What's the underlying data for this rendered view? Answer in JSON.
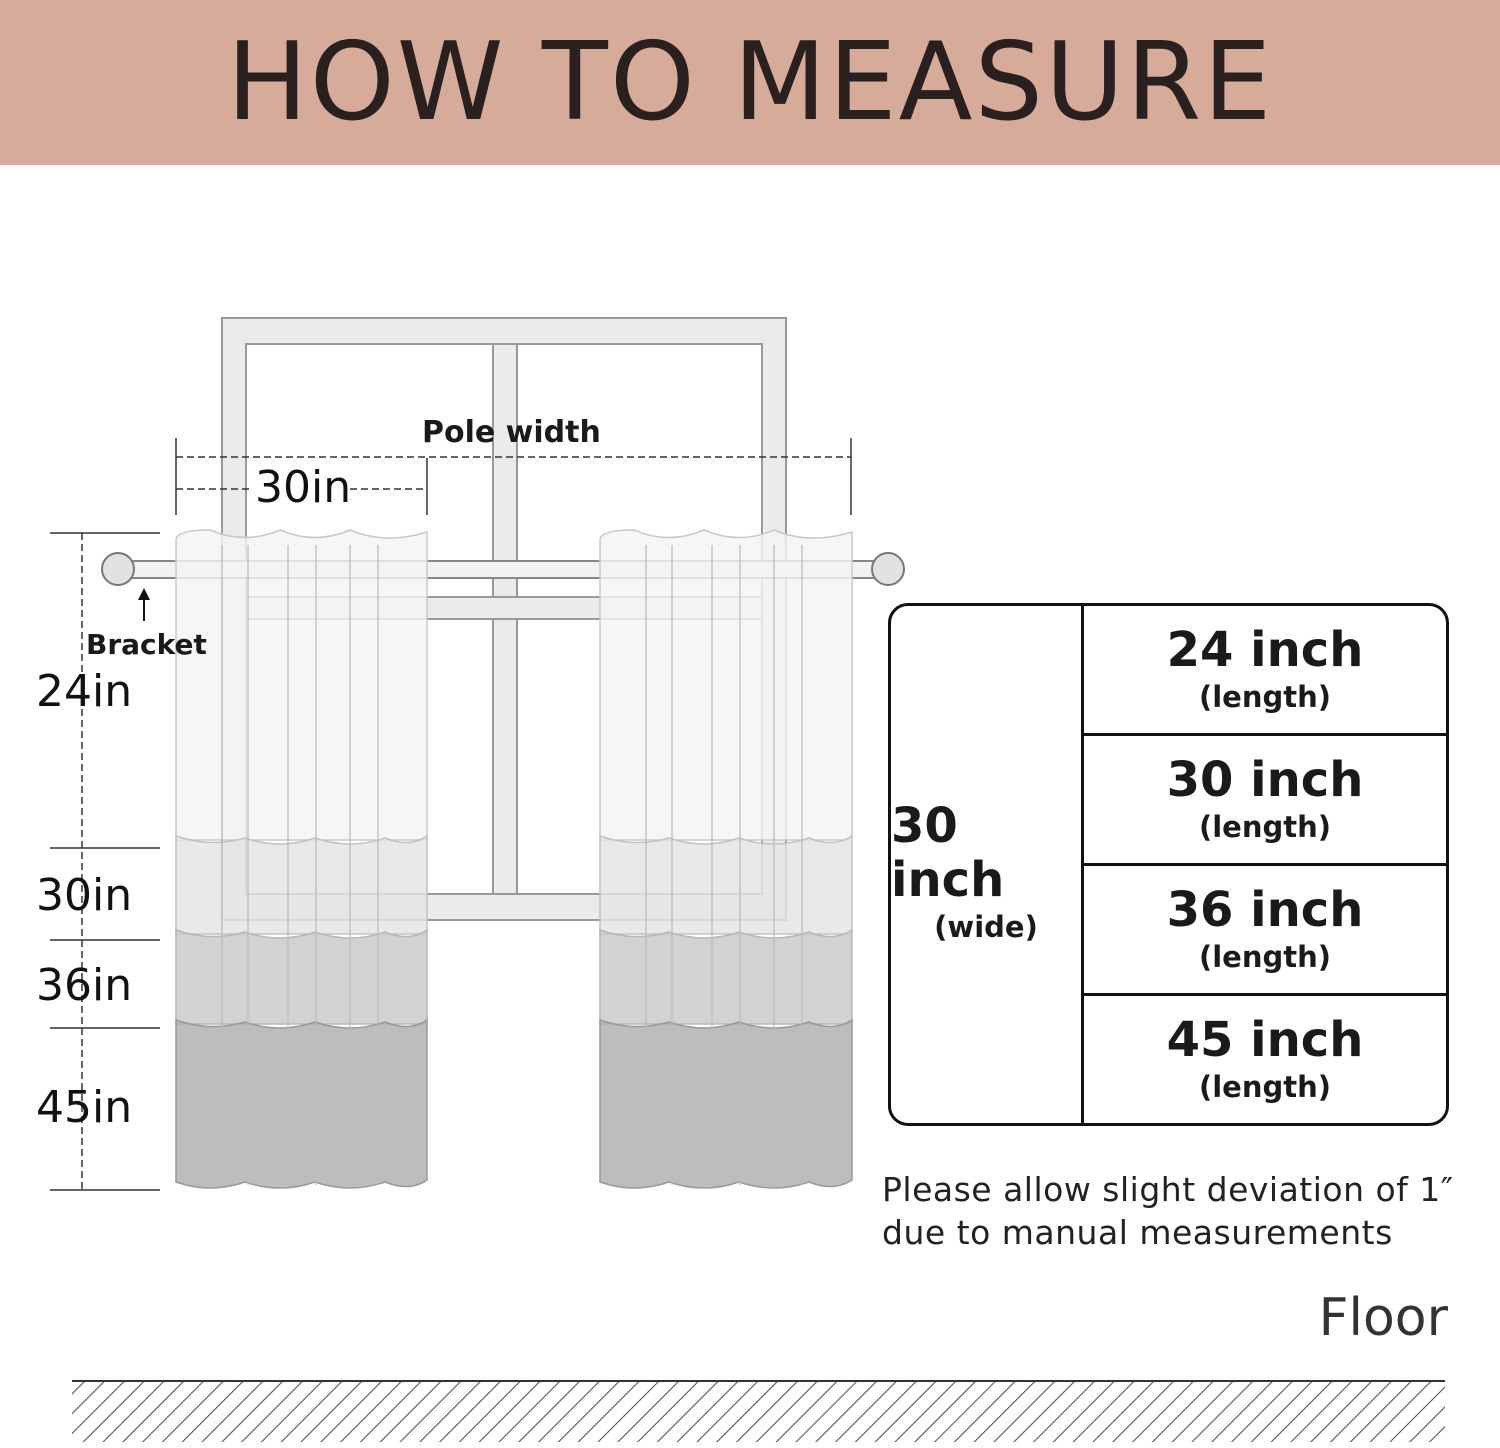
{
  "title": "HOW TO MEASURE",
  "diagram": {
    "pole_width_label": "Pole width",
    "panel_width_label": "30in",
    "bracket_label": "Bracket",
    "lengths": [
      "24in",
      "30in",
      "36in",
      "45in"
    ]
  },
  "size_table": {
    "width_value": "30 inch",
    "width_note": "(wide)",
    "rows": [
      {
        "value": "24 inch",
        "note": "(length)"
      },
      {
        "value": "30 inch",
        "note": "(length)"
      },
      {
        "value": "36 inch",
        "note": "(length)"
      },
      {
        "value": "45 inch",
        "note": "(length)"
      }
    ]
  },
  "note_lines": [
    "Please allow slight deviation of 1″",
    "due to manual measurements"
  ],
  "floor_label": "Floor",
  "colors": {
    "header_bg": "#d6ab9a",
    "tier1": "#f4f4f4",
    "tier2": "#e4e4e4",
    "tier3": "#c8c8c8",
    "tier4": "#aeaeae"
  }
}
